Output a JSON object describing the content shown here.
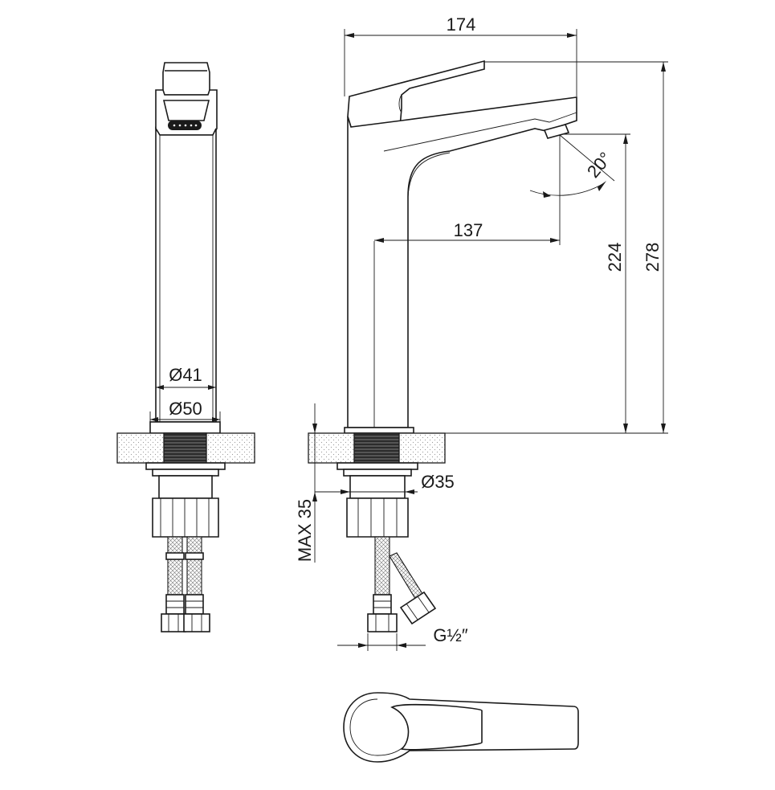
{
  "drawing": {
    "front_view": {
      "dim_spout_diameter": "Ø41",
      "dim_base_diameter": "Ø50"
    },
    "side_view": {
      "dim_overall_width": "174",
      "dim_spout_reach": "137",
      "dim_spout_height": "224",
      "dim_total_height": "278",
      "dim_swivel_angle": "20°",
      "dim_mount_hole": "Ø35",
      "dim_max_thickness": "MAX 35",
      "dim_connection": "G½″"
    }
  },
  "colors": {
    "line": "#1a1a1a",
    "background": "#ffffff",
    "hatch": "#9a9a9a"
  }
}
